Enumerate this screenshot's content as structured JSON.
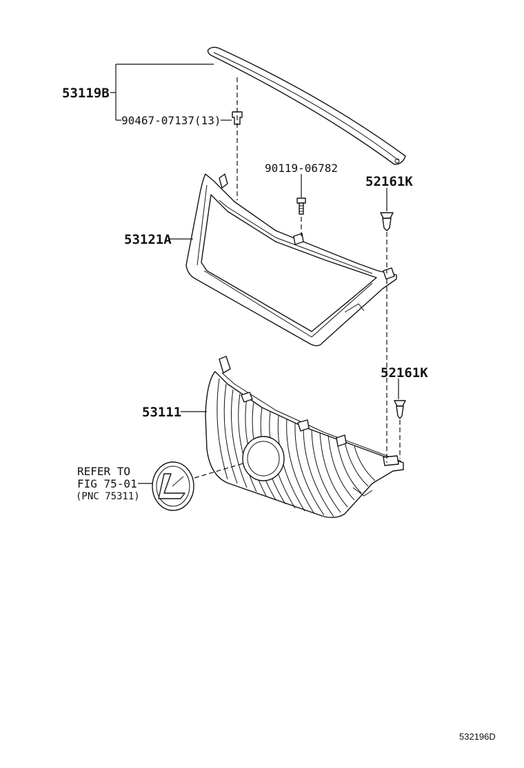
{
  "callouts": {
    "molding": "53119B",
    "clip_molding": "90467-07137(13)",
    "bolt": "90119-06782",
    "clip_upper": "52161K",
    "frame": "53121A",
    "clip_lower": "52161K",
    "grille": "53111"
  },
  "reference": {
    "line1": "REFER TO",
    "line2": "FIG 75-01",
    "line3": "(PNC 75311)"
  },
  "figure_id": "532196D"
}
